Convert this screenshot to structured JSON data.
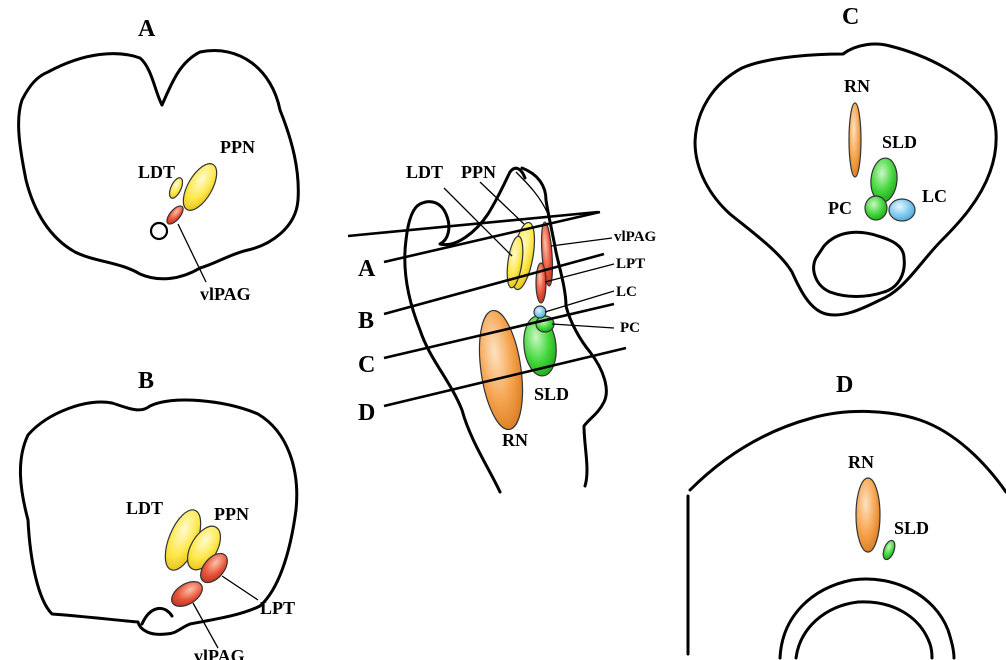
{
  "panels": {
    "a": {
      "title": "A",
      "labels": {
        "ldt": "LDT",
        "ppn": "PPN",
        "vlpag": "vlPAG"
      }
    },
    "b": {
      "title": "B",
      "labels": {
        "ldt": "LDT",
        "ppn": "PPN",
        "lpt": "LPT",
        "vlpag": "vlPAG"
      }
    },
    "c": {
      "title": "C",
      "labels": {
        "rn": "RN",
        "sld": "SLD",
        "pc": "PC",
        "lc": "LC"
      }
    },
    "d": {
      "title": "D",
      "labels": {
        "rn": "RN",
        "sld": "SLD"
      }
    },
    "sagittal": {
      "labels": {
        "ldt": "LDT",
        "ppn": "PPN",
        "vlpag": "vlPAG",
        "lpt": "LPT",
        "lc": "LC",
        "pc": "PC",
        "sld": "SLD",
        "rn": "RN"
      },
      "section_labels": [
        "A",
        "B",
        "C",
        "D"
      ]
    }
  },
  "colors": {
    "ldt_ppn": "#fde84a",
    "vlpag_lpt": "#e8543a",
    "rn": "#f5a24c",
    "sld_pc": "#42d63a",
    "lc": "#7dc7ee"
  }
}
